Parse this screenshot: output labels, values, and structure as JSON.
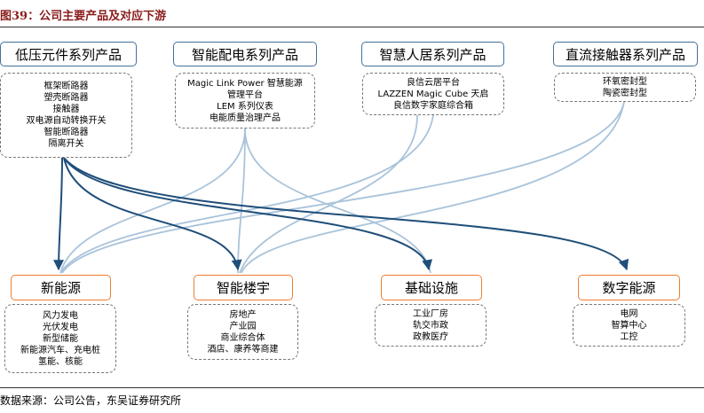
{
  "figure": {
    "title": "图39：公司主要产品及对应下游",
    "source": "数据来源：公司公告，东吴证券研究所"
  },
  "products": [
    {
      "name": "低压元件系列产品",
      "items": [
        "框架断路器",
        "塑壳断路器",
        "接触器",
        "双电源自动转换开关",
        "智能断路器",
        "隔离开关"
      ]
    },
    {
      "name": "智能配电系列产品",
      "items": [
        "Magic Link Power 智慧能源",
        "管理平台",
        "LEM 系列仪表",
        "电能质量治理产品"
      ]
    },
    {
      "name": "智慧人居系列产品",
      "items": [
        "良信云居平台",
        "LAZZEN Magic Cube 天启",
        "良信数字家庭综合箱"
      ]
    },
    {
      "name": "直流接触器系列产品",
      "items": [
        "环氧密封型",
        "陶瓷密封型"
      ]
    }
  ],
  "downstream": [
    {
      "name": "新能源",
      "items": [
        "风力发电",
        "光伏发电",
        "新型储能",
        "新能源汽车、充电桩",
        "氢能、核能"
      ]
    },
    {
      "name": "智能楼宇",
      "items": [
        "房地产",
        "产业园",
        "商业综合体",
        "酒店、康养等商建"
      ]
    },
    {
      "name": "基础设施",
      "items": [
        "工业厂房",
        "轨交市政",
        "政教医疗"
      ]
    },
    {
      "name": "数字能源",
      "items": [
        "电网",
        "智算中心",
        "工控"
      ]
    }
  ],
  "colors": {
    "product_border": "#41719c",
    "downstream_border": "#ed7d31",
    "link_dark": "#1f4e79",
    "link_light": "#a9c3db",
    "title_text": "#8a1c1c"
  }
}
